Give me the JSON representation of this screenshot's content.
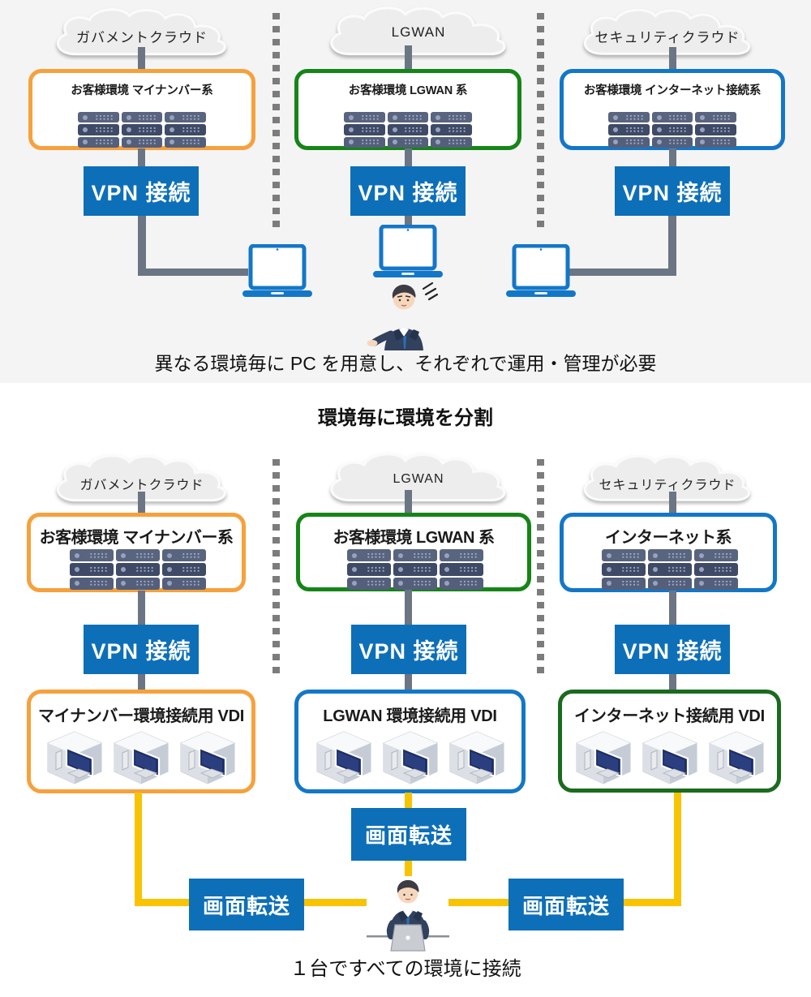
{
  "colors": {
    "section_bg": "#F4F4F5",
    "vpn_box_blue": "#0D6FB8",
    "accent_orange": "#F6A13C",
    "accent_green": "#158517",
    "accent_blue": "#1377C8",
    "accent_dark_green": "#1B6B1F",
    "connector_grey": "#6B7584",
    "connector_yellow": "#F8C301"
  },
  "top": {
    "caption": "異なる環境毎に PC を用意し、それぞれで運用・管理が必要",
    "columns": [
      {
        "cloud": "ガバメントクラウド",
        "env": "お客様環境 マイナンバー系",
        "vpn": "VPN 接続",
        "accent": "#F6A13C"
      },
      {
        "cloud": "LGWAN",
        "env": "お客様環境 LGWAN 系",
        "vpn": "VPN 接続",
        "accent": "#158517"
      },
      {
        "cloud": "セキュリティクラウド",
        "env": "お客様環境 インターネット接続系",
        "vpn": "VPN 接続",
        "accent": "#1377C8"
      }
    ]
  },
  "bottom": {
    "title": "環境毎に環境を分割",
    "caption": "１台ですべての環境に接続",
    "columns": [
      {
        "cloud": "ガバメントクラウド",
        "env": "お客様環境 マイナンバー系",
        "vpn": "VPN 接続",
        "vdi": "マイナンバー環境接続用 VDI",
        "transfer": "画面転送",
        "env_accent": "#F6A13C",
        "vdi_accent": "#F6A13C"
      },
      {
        "cloud": "LGWAN",
        "env": "お客様環境 LGWAN 系",
        "vpn": "VPN 接続",
        "vdi": "LGWAN 環境接続用 VDI",
        "transfer": "画面転送",
        "env_accent": "#158517",
        "vdi_accent": "#1377C8"
      },
      {
        "cloud": "セキュリティクラウド",
        "env": "インターネット系",
        "vpn": "VPN 接続",
        "vdi": "インターネット接続用 VDI",
        "transfer": "画面転送",
        "env_accent": "#1377C8",
        "vdi_accent": "#1B6B1F"
      }
    ]
  },
  "icons": {
    "cloud": "cloud-icon",
    "server": "server-rack-icon",
    "laptop": "laptop-icon",
    "vdi_cube": "vdi-cube-icon",
    "person_confused": "confused-businessman-icon",
    "person_working": "businessman-at-laptop-icon"
  }
}
